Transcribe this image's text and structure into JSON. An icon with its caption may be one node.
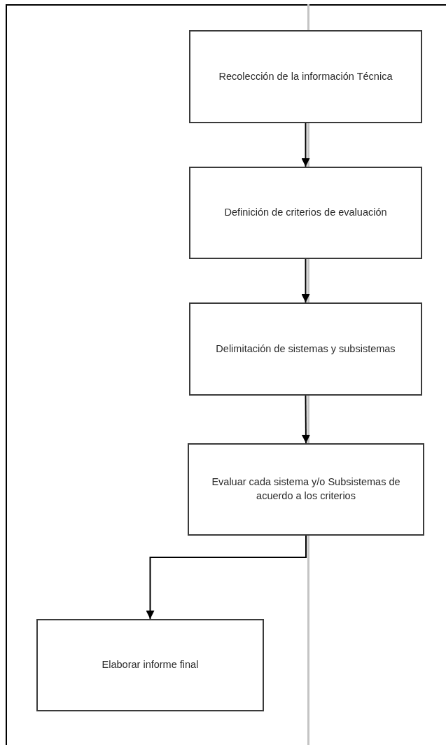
{
  "diagram": {
    "nodes": [
      {
        "text": [
          "Recolección de la información Técnica"
        ]
      },
      {
        "text": [
          "Definición de criterios de evaluación"
        ]
      },
      {
        "text": [
          "Delimitación de sistemas y subsistemas"
        ]
      },
      {
        "text": [
          "Evaluar cada sistema y/o Subsistemas de acuerdo a los criterios"
        ]
      },
      {
        "text": [
          "Elaborar informe final"
        ]
      }
    ],
    "edges": [
      {
        "from": 0,
        "to": 1,
        "arrow": "to"
      },
      {
        "from": 1,
        "to": 2,
        "arrow": "to"
      },
      {
        "from": 2,
        "to": 3,
        "arrow": "to"
      },
      {
        "from": 3,
        "to": 4,
        "arrow": "to"
      }
    ]
  }
}
